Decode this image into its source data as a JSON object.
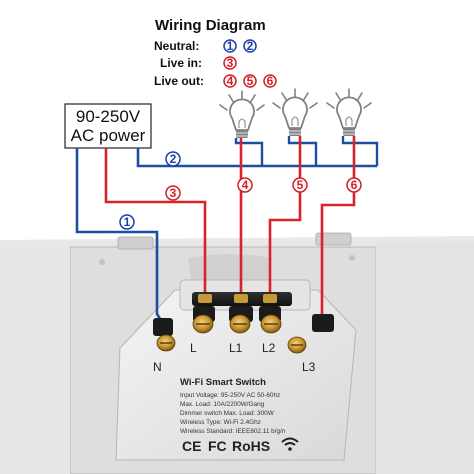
{
  "title": "Wiring Diagram",
  "legend": {
    "neutral_label": "Neutral:",
    "live_in_label": "Live in:",
    "live_out_label": "Live out:",
    "neutral_numbers": [
      "1",
      "2"
    ],
    "live_in_numbers": [
      "3"
    ],
    "live_out_numbers": [
      "4",
      "5",
      "6"
    ]
  },
  "power_box": {
    "line1": "90-250V",
    "line2": "AC power"
  },
  "wire_numbers": {
    "w1": "1",
    "w2": "2",
    "w3": "3",
    "w4": "4",
    "w5": "5",
    "w6": "6"
  },
  "terminals": {
    "n": "N",
    "l": "L",
    "l1": "L1",
    "l2": "L2",
    "l3": "L3"
  },
  "device": {
    "title": "Wi-Fi Smart Switch",
    "specs": [
      "Input Voltage: 95-250V AC 50-60hz",
      "Max. Load: 10A/2200W/Gang",
      "Dimmer switch Max. Load: 300W",
      "Wireless Type: Wi-Fi 2.4Ghz",
      "Wireless Standard: IEEE802.11 b/g/n"
    ],
    "marks": {
      "ce": "CE",
      "fc": "FC",
      "rohs": "RoHS"
    }
  },
  "colors": {
    "neutral_wire": "#1d4fa0",
    "live_wire": "#d8232a",
    "neutral_number": "#1c3fa8",
    "live_number": "#d21f26",
    "bulb": "#808080",
    "terminal_brass": "#c89a36"
  }
}
